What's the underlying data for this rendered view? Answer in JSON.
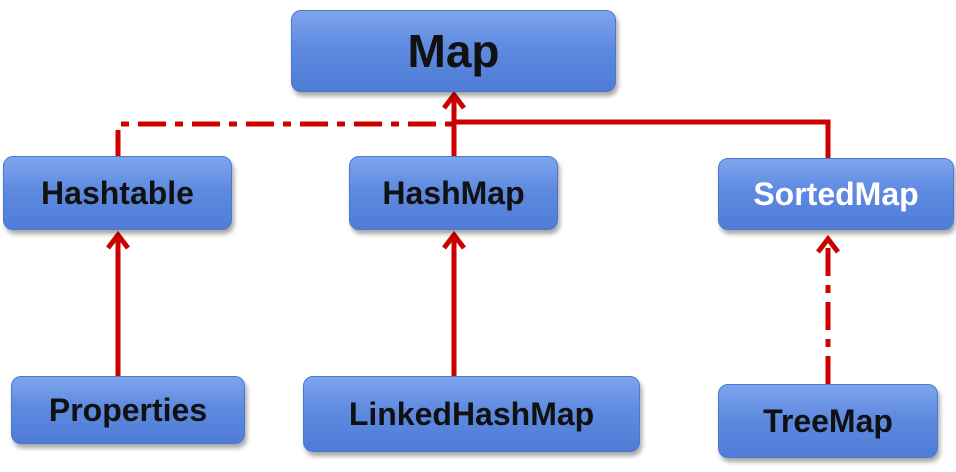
{
  "nodes": {
    "map": "Map",
    "hashtable": "Hashtable",
    "hashmap": "HashMap",
    "sortedmap": "SortedMap",
    "properties": "Properties",
    "linkedhashmap": "LinkedHashMap",
    "treemap": "TreeMap"
  },
  "colors": {
    "connector": "#cc0000",
    "box_fill": "#5e8ae0",
    "dark_text": "#111111",
    "light_text": "#ffffff"
  }
}
